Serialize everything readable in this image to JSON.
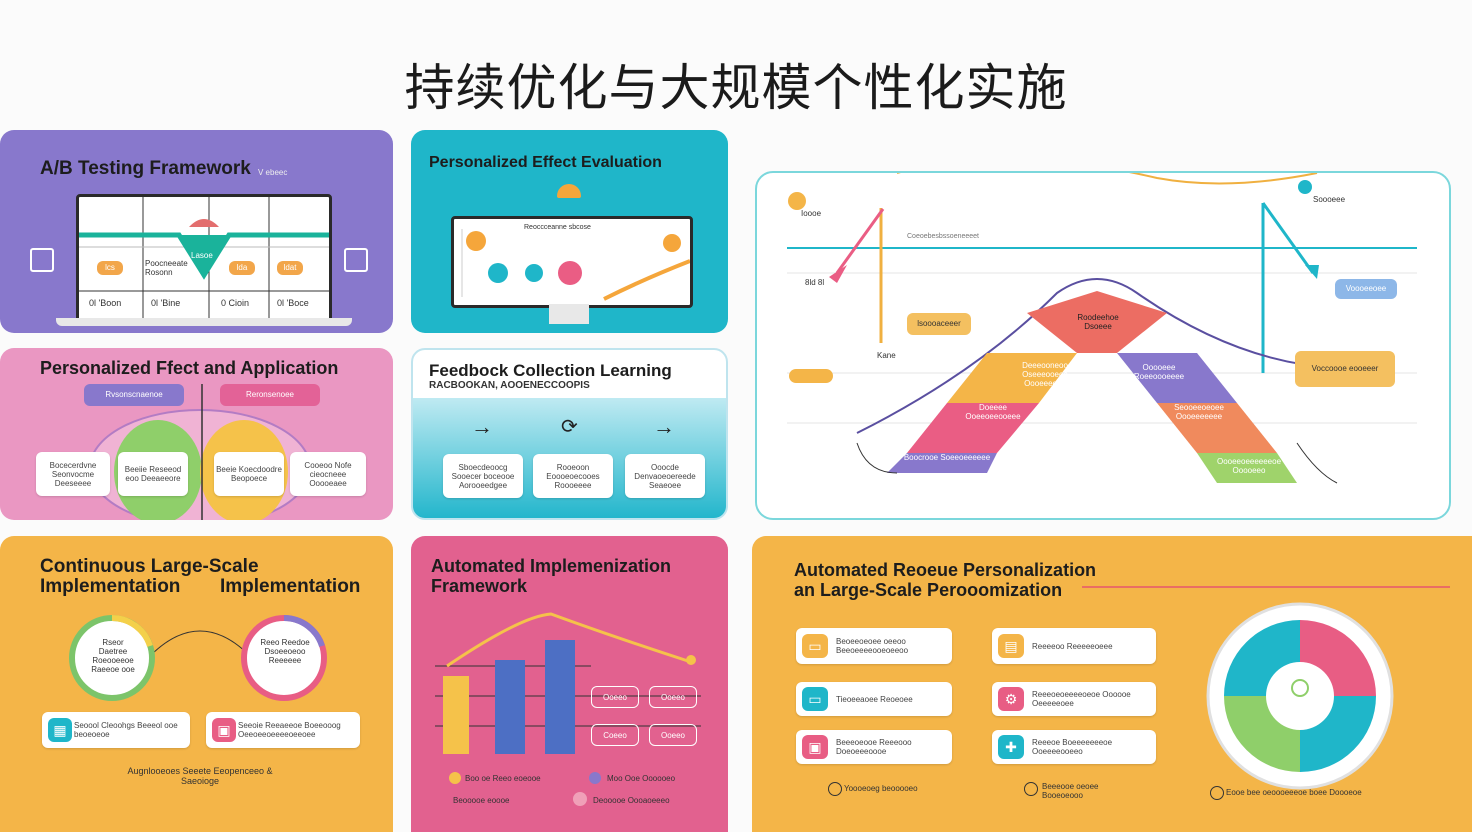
{
  "title": "持续优化与大规模个性化实施",
  "ab": {
    "heading": "A/B Testing Framework",
    "sub": "V ebeec",
    "center_label": "Lasoe",
    "card_labels": [
      "Poocneeate Rosonn"
    ],
    "pill_labels": [
      "lcs",
      "lda",
      "ldat"
    ],
    "metrics": [
      "0l 'Boon",
      "0l 'Bine",
      "0 Cioin",
      "0l 'Boce"
    ]
  },
  "eval": {
    "heading": "Personalized Effect Evaluation",
    "screen_label": "Reoccceanne sbcose"
  },
  "app": {
    "heading": "Personalized Ffect and Application",
    "pills": [
      "Rvsonscnaenoe",
      "Reronsenoee"
    ],
    "cards": [
      "Bocecerdvne Seonvocme Deeseeee",
      "Beeiie Reseeod eoo Deeaeeore",
      "Beeie Koecdoodre Beopoece",
      "Cooeoo Nofe cieocneee Ooooeaee"
    ]
  },
  "feedback": {
    "heading": "Feedbock Collection Learning",
    "sub": "RACBOOKAN, AOOENECCOOPIS",
    "cards": [
      "Sboecdeoocg Sooecer boceooe Aorooeedgee",
      "Rooeoon Eoooeoecooes Roooeeee",
      "Ooocde Denvaoeoereede Seaeoee"
    ]
  },
  "diagram": {
    "top_left_label": "Ioooe",
    "top_right_label": "Soooeee",
    "line_label": "Coeoebesbssoeneeeet",
    "left_value": "8ld 8l",
    "right_badge": "Voooeeoee",
    "axis_label": "Kane",
    "left_tag": "lsoooaceeer",
    "right_tag": "Voccoooe eooeeer",
    "apex": "Roodeehoe Dsoeee",
    "segments": [
      "Deeeooneoo Oseeeooeoe Oooeeeeee",
      "Ooooeee Roeeoooeeee",
      "Doeeee Ooeeoeeooeee",
      "Seooeeoeoee Oooeeeeeee",
      "Boocrooe Soeeoeeeeee",
      "Oooeeoeeeeeeoe Ooooeeo"
    ]
  },
  "cont": {
    "heading_1": "Continuous Large-Scale",
    "heading_2": "Implementation",
    "heading_3": "Implementation",
    "ring_1": "Rseor Daetree Roeooeeoe Raeeoe ooe",
    "ring_2": "Reeo Reedoe Dsoeeoeoo Reeeeee",
    "cards": [
      "Seoool Cleoohgs Beeeol ooe beoeoeoe",
      "Seeoie Reeaeeoe Boeeooog Oeeoeeoeeeeoeeoee"
    ],
    "footer": "Augnlooeoes Seeete Eeopenceeo & Saeoioge"
  },
  "auto": {
    "heading_1": "Automated Implemenization",
    "heading_2": "Framework",
    "boxes": [
      "Ooeeo",
      "Ooeeo",
      "Coeeo",
      "Ooeeo"
    ],
    "legend": [
      "Boo oe Reeo eoeooe",
      "Moo Ooe Oooooeo",
      "Beooooe eoooe",
      "Deooooe Oooaoeeeo"
    ]
  },
  "large": {
    "heading_1": "Automated Reoeue Personalization",
    "heading_2": "an Large-Scale Perooomization",
    "items": [
      "Beoeeoeoee oeeoo Beeoeeeeooeoeeoo",
      "Reeeeoo Reeeeeoeee",
      "Tieoeeaoee Reoeoee",
      "Reeeoeoeeeeoeoe Oooooe Oeeeeeoee",
      "Beeeoeooe Reeeooo Doeoeeeoooe",
      "Reeeoe Boeeeeeeeoe Ooeeeeooeeo"
    ],
    "footer": [
      "Yoooeoeg beooooeo",
      "Beeeooe oeoee Booeoeooo",
      "Eooe bee oeoooeeeoe boee Doooeoe"
    ]
  },
  "colors": {
    "purple": "#8878cc",
    "teal": "#1fb6c9",
    "pink": "#ea97c2",
    "orange": "#f4b548",
    "magenta": "#e2618f"
  }
}
